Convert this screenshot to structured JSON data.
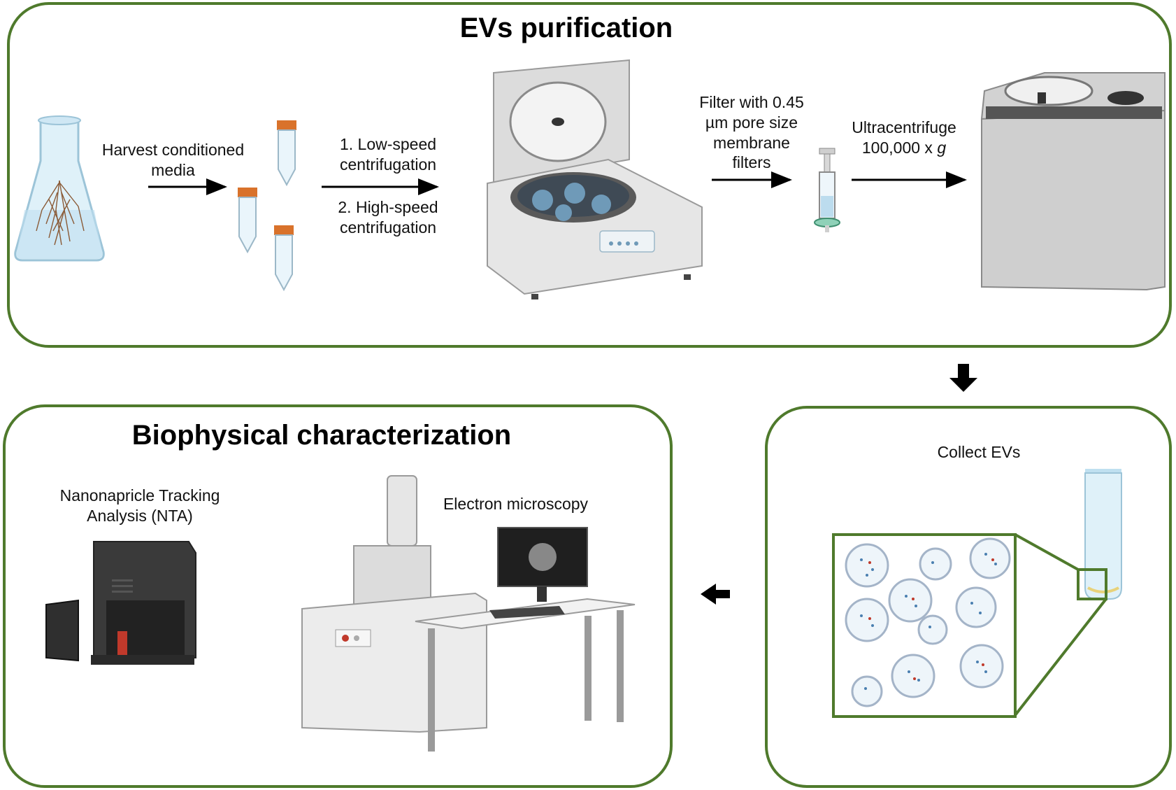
{
  "panels": {
    "purification": {
      "title": "EVs purification",
      "step_harvest": [
        "Harvest conditioned",
        "media"
      ],
      "step_low_speed": [
        "1. Low-speed",
        "centrifugation"
      ],
      "step_high_speed": [
        "2. High-speed",
        "centrifugation"
      ],
      "step_filter": [
        "Filter with 0.45",
        "µm pore size",
        "membrane",
        "filters"
      ],
      "step_ultra": [
        "Ultracentrifuge",
        "100,000 x "
      ],
      "step_ultra_g": "g"
    },
    "collect": {
      "label": "Collect EVs"
    },
    "characterization": {
      "title": "Biophysical characterization",
      "nta_label": [
        "Nanonapricle Tracking",
        "Analysis (NTA)"
      ],
      "em_label": "Electron microscopy"
    }
  },
  "colors": {
    "panel_border": "#4f7a2c",
    "tube_cap": "#d9722b",
    "liquid": "#cfe7f4"
  }
}
